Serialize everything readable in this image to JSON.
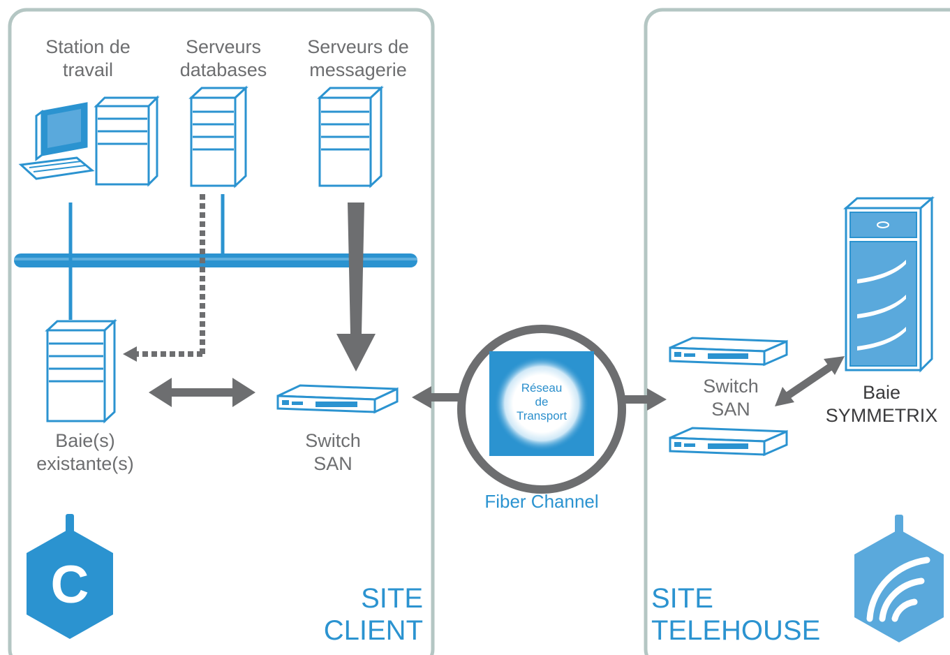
{
  "client_site": {
    "title_line1": "SITE",
    "title_line2": "CLIENT",
    "station_line1": "Station de",
    "station_line2": "travail",
    "db_line1": "Serveurs",
    "db_line2": "databases",
    "msg_line1": "Serveurs de",
    "msg_line2": "messagerie",
    "bay_line1": "Baie(s)",
    "bay_line2": "existante(s)",
    "switch_line1": "Switch",
    "switch_line2": "SAN",
    "logo_letter": "C"
  },
  "transport": {
    "inner_line1": "Réseau",
    "inner_line2": "de",
    "inner_line3": "Transport",
    "caption": "Fiber Channel"
  },
  "telehouse_site": {
    "title_line1": "SITE",
    "title_line2": "TELEHOUSE",
    "switch_line1": "Switch",
    "switch_line2": "SAN",
    "bay_line1": "Baie",
    "bay_line2": "SYMMETRIX"
  },
  "colors": {
    "frame": "#b4c6c3",
    "blue": "#2b93d0",
    "light_blue": "#5aa9dc",
    "arrow_gray": "#6d6e70"
  }
}
